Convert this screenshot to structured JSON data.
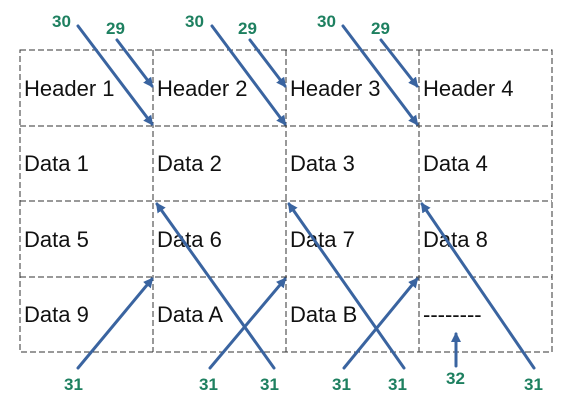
{
  "table": {
    "rows": [
      [
        "Header 1",
        "Header 2",
        "Header 3",
        "Header 4"
      ],
      [
        "Data 1",
        "Data 2",
        "Data 3",
        "Data 4"
      ],
      [
        "Data 5",
        "Data 6",
        "Data 7",
        "Data 8"
      ],
      [
        "Data 9",
        "Data A",
        "Data B",
        "--------"
      ]
    ]
  },
  "reference_labels": {
    "top": [
      "30",
      "29",
      "30",
      "29",
      "30",
      "29"
    ],
    "bottom": [
      "31",
      "31",
      "31",
      "31",
      "31",
      "32",
      "31"
    ]
  },
  "colors": {
    "arrow": "#3a64a0",
    "label": "#1e8060",
    "grid": "#333333",
    "text": "#111111"
  }
}
